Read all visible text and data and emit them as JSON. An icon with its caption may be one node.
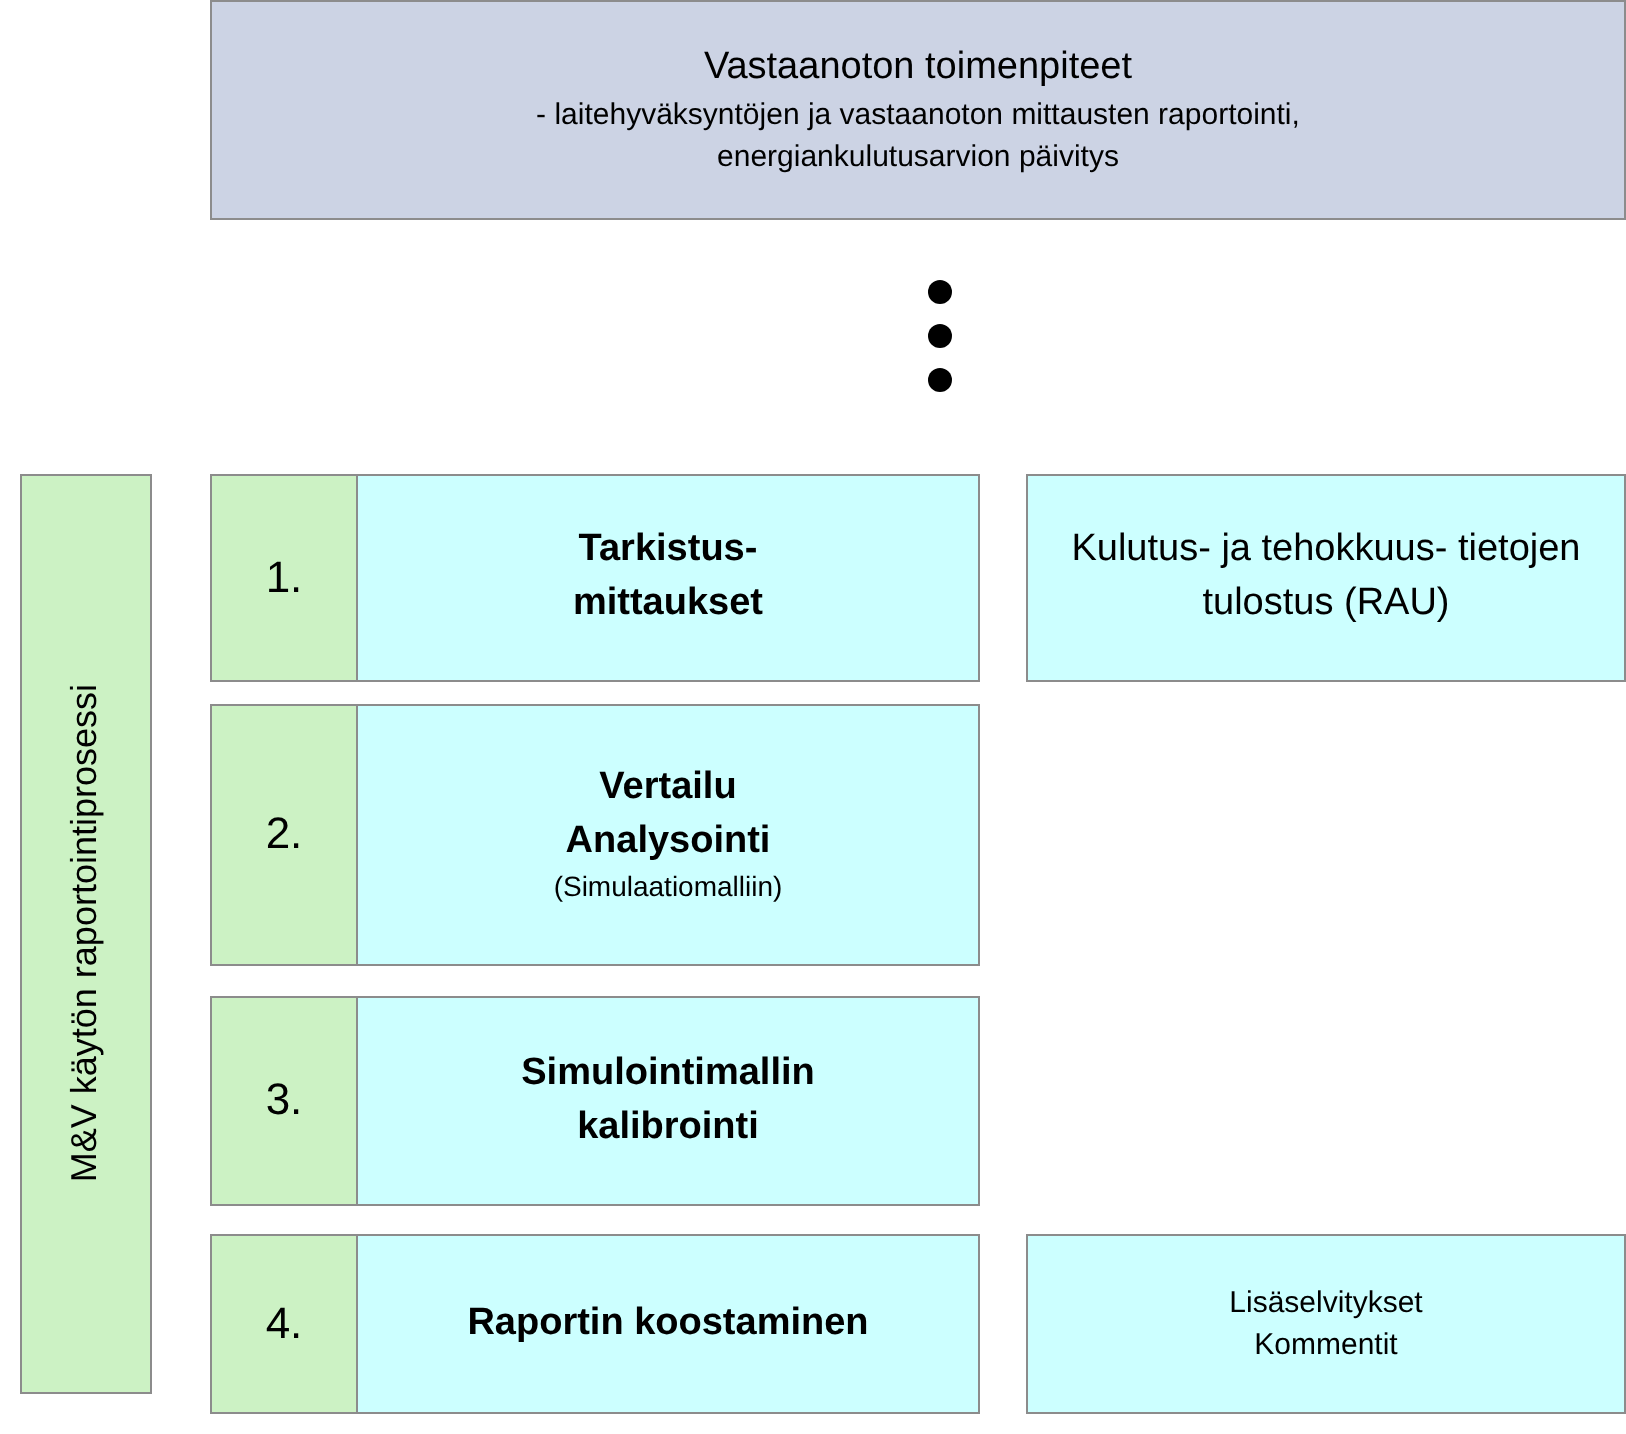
{
  "diagram": {
    "nodes": [
      {
        "text": [
          "Vastaanoton toimenpiteet",
          "- laitehyväksyntöjen ja vastaanoton mittausten raportointi, energiankulutusarvion päivitys"
        ]
      },
      {
        "text": [
          "M&V käytön raportointiprosessi"
        ]
      },
      {
        "text": [
          "1."
        ]
      },
      {
        "text": [
          "Tarkistus- mittaukset"
        ]
      },
      {
        "text": [
          "Kulutus- ja tehokkuus- tietojen tulostus (RAU)"
        ]
      },
      {
        "text": [
          "2."
        ]
      },
      {
        "text": [
          "Vertailu Analysointi",
          "(Simulaatiomalliin)"
        ]
      },
      {
        "text": [
          "3."
        ]
      },
      {
        "text": [
          "Simulointimallin kalibrointi"
        ]
      },
      {
        "text": [
          "4."
        ]
      },
      {
        "text": [
          "Raportin koostaminen"
        ]
      },
      {
        "text": [
          "Lisäselvitykset Kommentit"
        ]
      }
    ],
    "edges": []
  }
}
